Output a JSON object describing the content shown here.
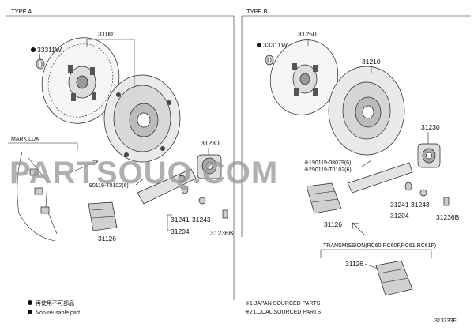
{
  "sections": {
    "type_a": "TYPE A",
    "type_b": "TYPE B",
    "mark_luk": "MARK LUK",
    "transmission": "TRANSMISSION(RC60,RC60F,RC61,RC61F)"
  },
  "labels": {
    "a_33311w": "33311W",
    "a_31001": "31001",
    "a_31230": "31230",
    "a_90119": "90119-T0102(6)",
    "a_31126": "31126",
    "a_31241": "31241",
    "a_31243": "31243",
    "a_31204": "31204",
    "a_31236b": "31236B",
    "b_33311w": "33311W",
    "b_31250": "31250",
    "b_31210": "31210",
    "b_31230": "31230",
    "b_90119_1": "90119-08079(6)",
    "b_90119_2": "90119-T0102(6)",
    "b_note1": "※1",
    "b_note2": "※2",
    "b_31126": "31126",
    "b_31241": "31241",
    "b_31243": "31243",
    "b_31204": "31204",
    "b_31236b": "31236B",
    "t_31126": "31126"
  },
  "legend": {
    "item1_text": "再使用不可部品",
    "item2_text": "Non-reusable part"
  },
  "notes": {
    "note1": "※1 JAPAN SOURCED PARTS",
    "note2": "※2 LOCAL SOURCED PARTS"
  },
  "diagram_id": "313333F",
  "watermark": "PARTSOUQ.COM"
}
